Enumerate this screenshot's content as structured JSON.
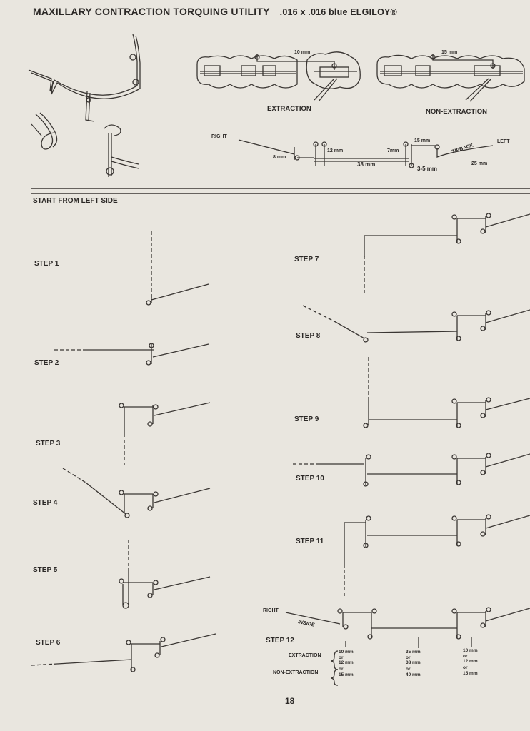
{
  "title": {
    "main": "MAXILLARY CONTRACTION TORQUING UTILITY",
    "wire": ".016 x .016 blue ELGILOY®"
  },
  "top_diagrams": {
    "extraction_label": "EXTRACTION",
    "non_extraction_label": "NON-EXTRACTION",
    "extraction_dim": "10 mm",
    "non_extraction_dim": "15 mm"
  },
  "wire_diagram": {
    "right": "RIGHT",
    "left": "LEFT",
    "tipback": "TIPBACK",
    "d8": "8 mm",
    "d12": "12 mm",
    "d38": "38 mm",
    "d7": "7mm",
    "d15": "15 mm",
    "d35": "3-5 mm",
    "d25": "25 mm"
  },
  "start_label": "START FROM LEFT SIDE",
  "steps": [
    "STEP 1",
    "STEP 2",
    "STEP 3",
    "STEP 4",
    "STEP 5",
    "STEP 6",
    "STEP 7",
    "STEP 8",
    "STEP 9",
    "STEP 10",
    "STEP 11",
    "STEP 12"
  ],
  "step12": {
    "right": "RIGHT",
    "inside": "INSIDE",
    "extraction": "EXTRACTION",
    "non_extraction": "NON-EXTRACTION",
    "col1_ext": "10 mm\nor\n12 mm",
    "col1_non": "or\n15 mm",
    "col2_ext": "35 mm\nor\n38 mm",
    "col2_non": "or\n40 mm",
    "col3_ext": "10 mm\nor\n12 mm",
    "col3_non": "or\n15 mm"
  },
  "page_number": "18"
}
